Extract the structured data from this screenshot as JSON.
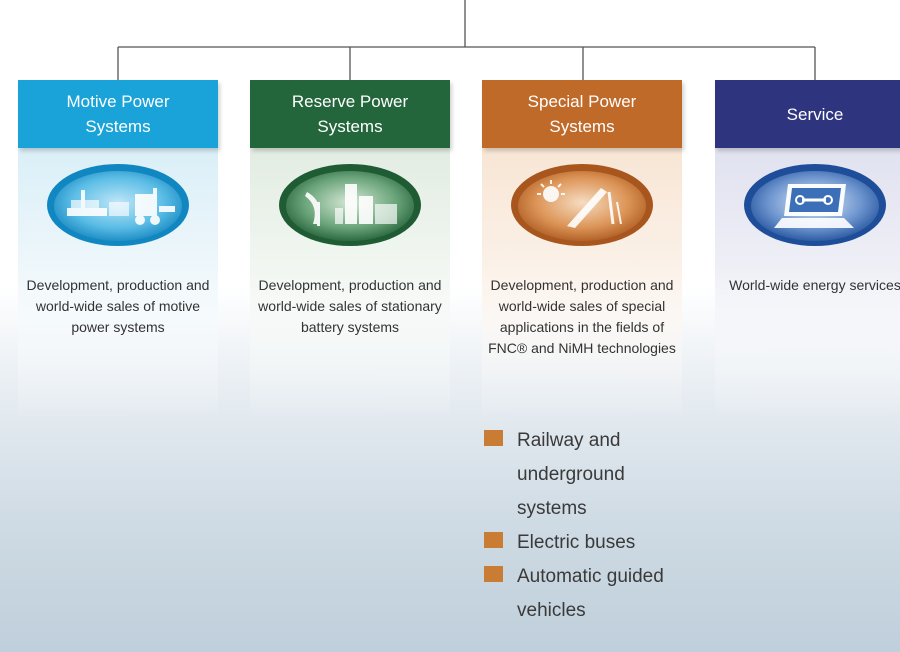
{
  "colors": {
    "motive": "#1aa3d8",
    "reserve": "#23663b",
    "special": "#c06a2a",
    "service": "#2f347f",
    "connector": "#555555",
    "bullet": "#c97c33"
  },
  "columns": [
    {
      "id": "motive",
      "title": "Motive Power Systems",
      "description": "Development, production and world-wide sales of motive power systems",
      "emblem": "forklift-warehouse-icon"
    },
    {
      "id": "reserve",
      "title": "Reserve Power Systems",
      "description": "Development, production and world-wide sales of stationary battery systems",
      "emblem": "satellite-dish-industrial-icon"
    },
    {
      "id": "special",
      "title": "Special Power Systems",
      "description": "Development, production and world-wide sales of special applications in the fields of FNC® and NiMH technologies",
      "emblem": "sun-railway-icon"
    },
    {
      "id": "service",
      "title": "Service",
      "description": "World-wide energy services",
      "emblem": "laptop-wrench-icon"
    }
  ],
  "special_bullets": [
    "Railway and underground systems",
    "Electric buses",
    "Automatic guided vehicles"
  ]
}
